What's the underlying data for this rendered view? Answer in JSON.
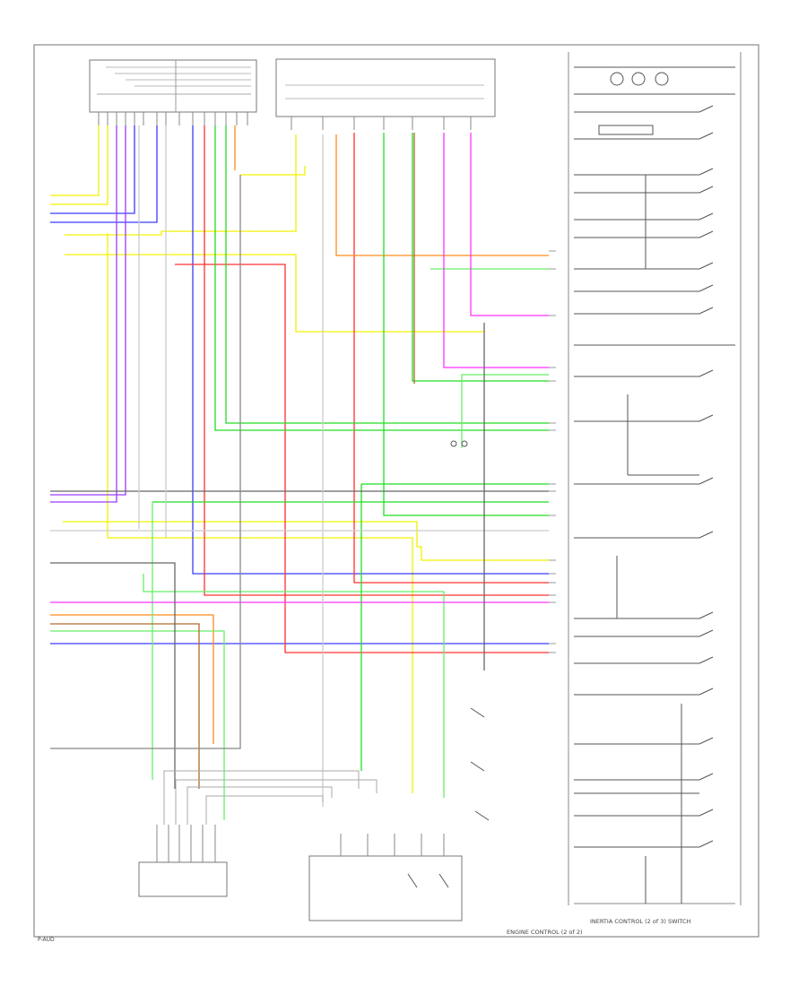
{
  "diagram": {
    "section_caption": "ENGINE CONTROL (2 of 2)",
    "switch_panel_caption": "INERTIA CONTROL (2 of 3) SWITCH",
    "corner_code": "P-AUD",
    "colors": {
      "frame": "#888888",
      "yellow": "#f2f200",
      "blue": "#3a3aff",
      "violet": "#9a3aff",
      "red": "#ff3030",
      "green": "#22dd22",
      "lightgreen": "#66ee66",
      "orange": "#ff8c1a",
      "magenta": "#ff33ff",
      "brown": "#b06a2a",
      "gray": "#666666",
      "lightgray": "#cccccc"
    }
  }
}
